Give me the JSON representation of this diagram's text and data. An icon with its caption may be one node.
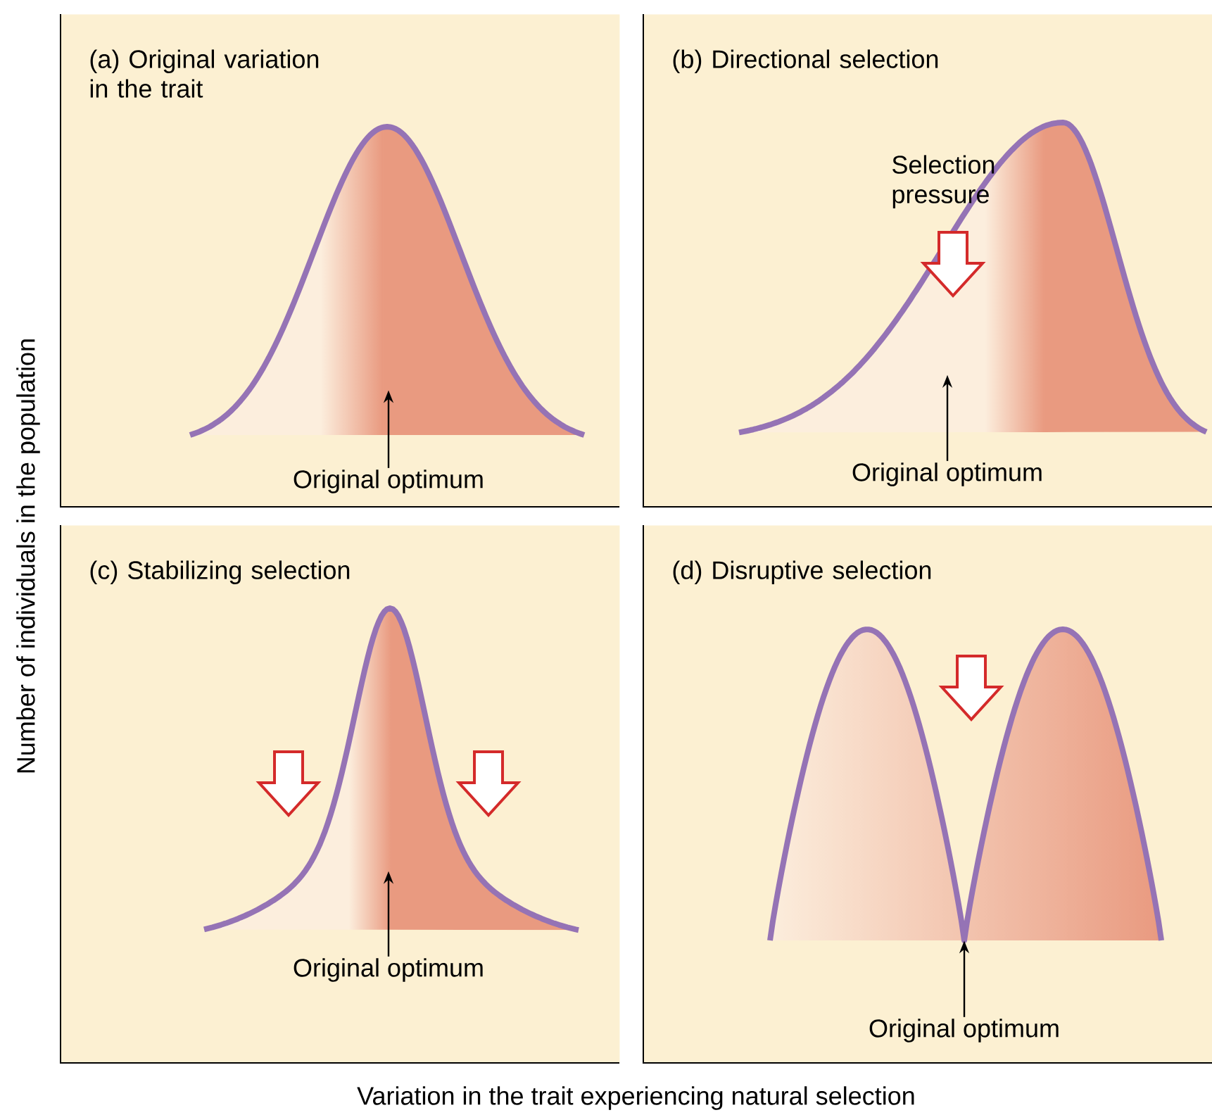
{
  "diagram": {
    "nodes": [
      {
        "text": [
          "(a) Original variation in the trait"
        ]
      },
      {
        "text": [],
        "shape": "picture",
        "in": 0
      },
      {
        "text": [
          "Original optimum"
        ],
        "in": 0
      },
      {
        "text": [
          "(b) Directional selection"
        ]
      },
      {
        "text": [],
        "shape": "picture",
        "in": 3
      },
      {
        "text": [
          "Original optimum"
        ],
        "in": 3
      },
      {
        "text": [
          "(c) Stabilizing selection"
        ]
      },
      {
        "text": [],
        "shape": "picture",
        "in": 6
      },
      {
        "text": [
          "Original optimum"
        ],
        "in": 6
      },
      {
        "text": [
          "(d) Disruptive selection"
        ]
      },
      {
        "text": [],
        "shape": "picture",
        "in": 9
      },
      {
        "text": [
          "Original optimum"
        ],
        "in": 9
      }
    ],
    "edges": [
      {
        "from": 2,
        "to": 1,
        "arrow": "to"
      },
      {
        "from": 5,
        "to": 4,
        "arrow": "to"
      },
      {
        "from": 8,
        "to": 7,
        "arrow": "to"
      },
      {
        "from": 11,
        "to": 10,
        "arrow": "to"
      }
    ],
    "labels": [
      "Selection pressure",
      "Number of individuals in the population",
      "Variation in the trait experiencing natural selection"
    ]
  }
}
